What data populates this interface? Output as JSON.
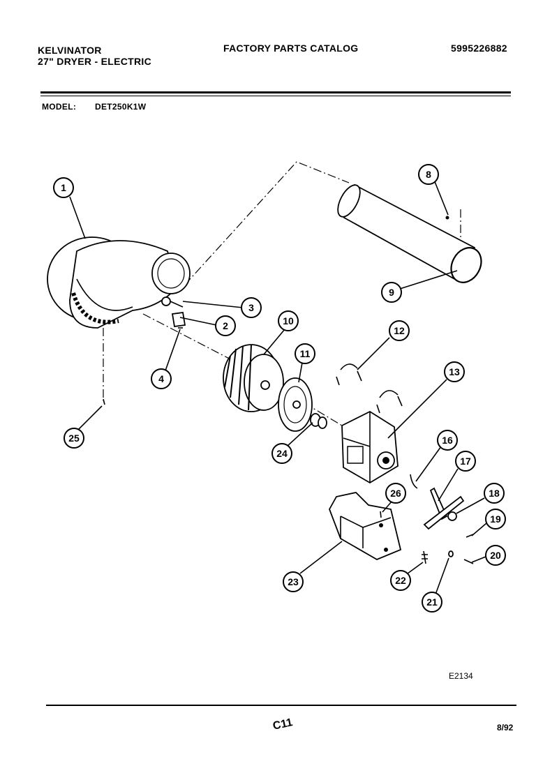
{
  "header": {
    "brand": "KELVINATOR",
    "product": "27\" DRYER - ELECTRIC",
    "catalog_title": "FACTORY PARTS CATALOG",
    "catalog_number": "5995226882",
    "model_label": "MODEL:",
    "model_value": "DET250K1W"
  },
  "callouts": [
    "1",
    "2",
    "3",
    "4",
    "8",
    "9",
    "10",
    "11",
    "12",
    "13",
    "16",
    "17",
    "18",
    "19",
    "20",
    "21",
    "22",
    "23",
    "24",
    "25",
    "26"
  ],
  "footer": {
    "diagram_code": "E2134",
    "page_code": "C11",
    "date": "8/92"
  }
}
